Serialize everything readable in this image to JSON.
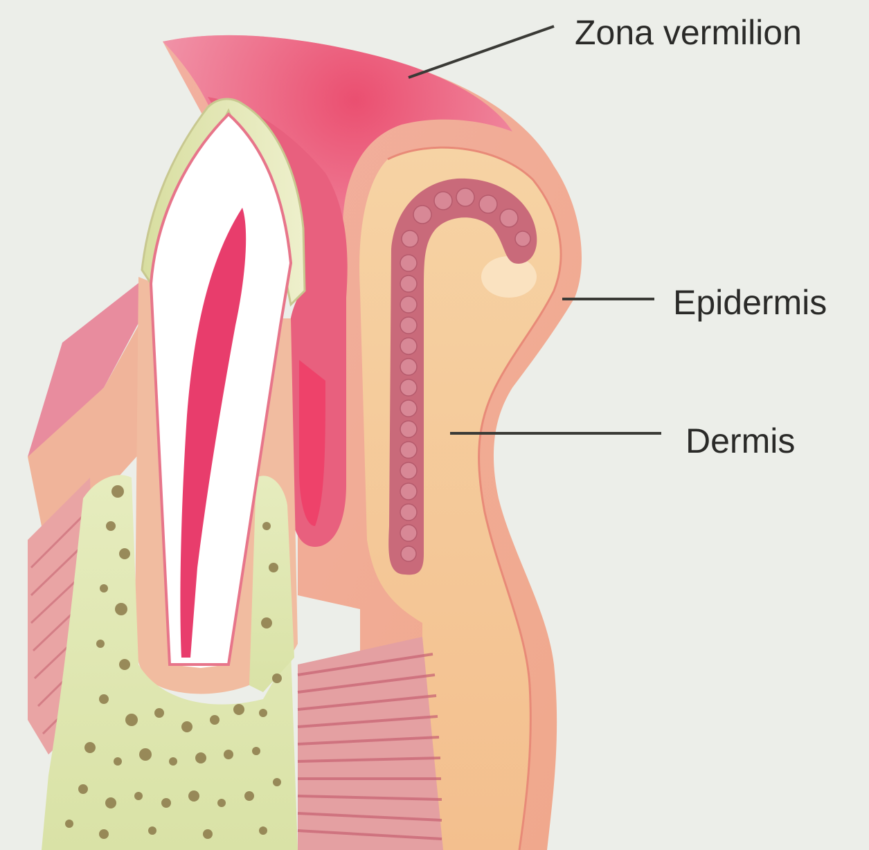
{
  "labels": {
    "zona_vermilion": "Zona vermilion",
    "epidermis": "Epidermis",
    "dermis": "Dermis"
  },
  "colors": {
    "background": "#eceee9",
    "vermilion": "#e0506e",
    "epidermis": "#f2a88a",
    "dermis": "#f4c08e",
    "tooth_crown": "#dfe6b4",
    "pulp": "#e63a6a",
    "bone": "#dfe6b0",
    "gland": "#c96a7a",
    "muscle": "#d89aa0",
    "leader": "#3a3a36"
  }
}
